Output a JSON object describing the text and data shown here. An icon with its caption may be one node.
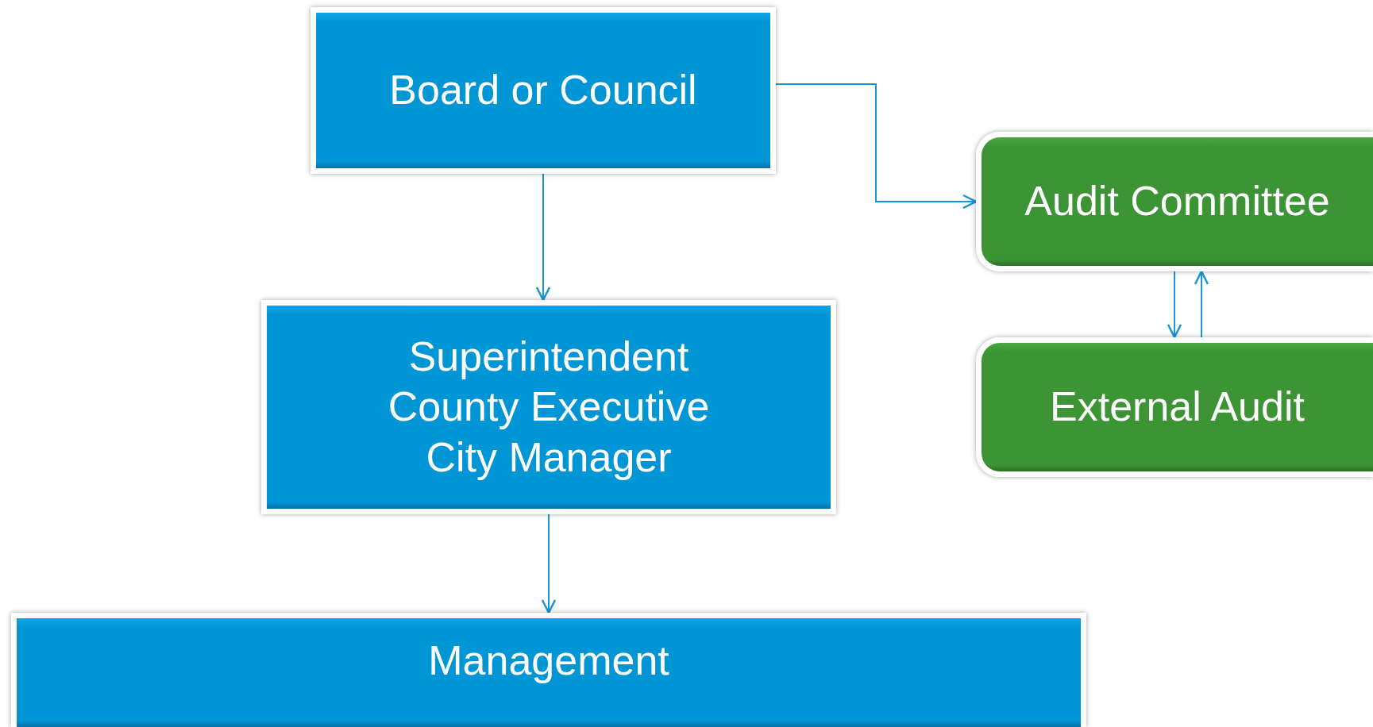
{
  "diagram": {
    "nodes": [
      {
        "text": [
          "Board or Council"
        ]
      },
      {
        "text": [
          "Superintendent County Executive City Manager"
        ]
      },
      {
        "text": [
          "Management"
        ]
      },
      {
        "text": [
          "Audit Committee"
        ]
      },
      {
        "text": [
          "External Audit"
        ]
      }
    ],
    "edges": [
      {
        "from": 0,
        "to": 1,
        "arrow": "to"
      },
      {
        "from": 1,
        "to": 2,
        "arrow": "to"
      },
      {
        "from": 0,
        "to": 3,
        "arrow": "to"
      },
      {
        "from": 3,
        "to": 4,
        "arrow": "to"
      },
      {
        "from": 4,
        "to": 3,
        "arrow": "to"
      }
    ]
  }
}
